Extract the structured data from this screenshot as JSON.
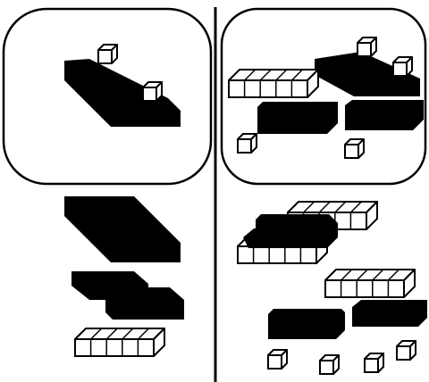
{
  "figure": {
    "panels": [
      {
        "id": "left",
        "content": "target-shape"
      },
      {
        "id": "right",
        "content": "target-shape-candidate-pieces"
      }
    ]
  },
  "colors": {
    "fill_dark": "#000000",
    "fill_light": "#ffffff",
    "stroke": "#000000"
  }
}
